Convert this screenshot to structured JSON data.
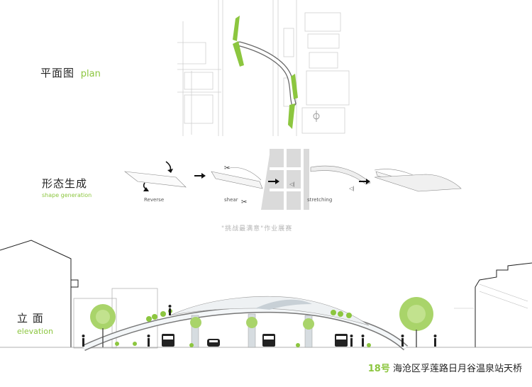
{
  "plan": {
    "title_cn": "平面图",
    "title_en": "plan"
  },
  "shape": {
    "title_cn": "形态生成",
    "title_en": "shape generation",
    "steps": [
      "Reverse",
      "shear",
      "stretching"
    ]
  },
  "elevation": {
    "title_cn": "立 面",
    "title_en": "elevation"
  },
  "watermark": "\"挑战最满意\"作业展赛",
  "caption": {
    "number": "18号",
    "text": "海沧区孚莲路日月谷温泉站天桥"
  },
  "colors": {
    "accent": "#8cc63f",
    "text": "#222222",
    "line": "#555555"
  }
}
